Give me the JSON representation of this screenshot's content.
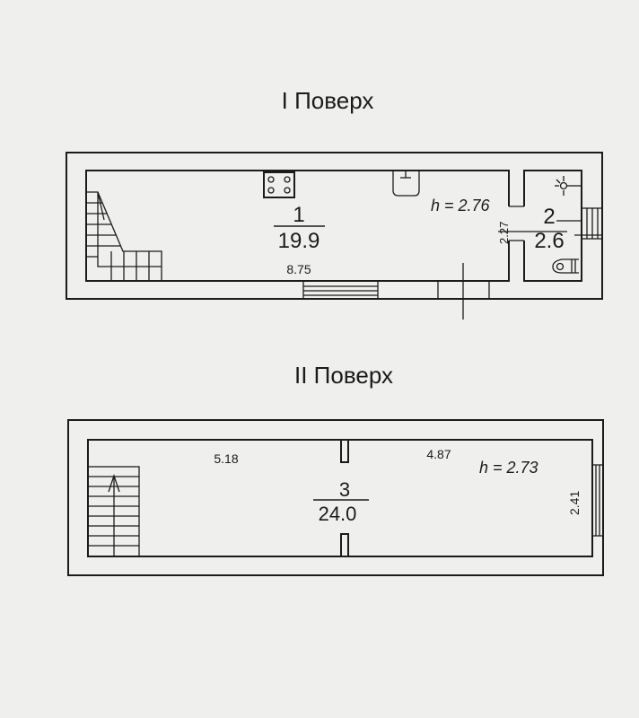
{
  "floor1": {
    "title": "I Поверх",
    "room1": {
      "number": "1",
      "area": "19.9"
    },
    "room2": {
      "number": "2",
      "area": "2.6"
    },
    "height": "h = 2.76",
    "dim_length": "8.75",
    "dim_width": "2.27"
  },
  "floor2": {
    "title": "II Поверх",
    "room3": {
      "number": "3",
      "area": "24.0"
    },
    "height": "h = 2.73",
    "dim_left": "5.18",
    "dim_right": "4.87",
    "dim_width": "2.41"
  }
}
